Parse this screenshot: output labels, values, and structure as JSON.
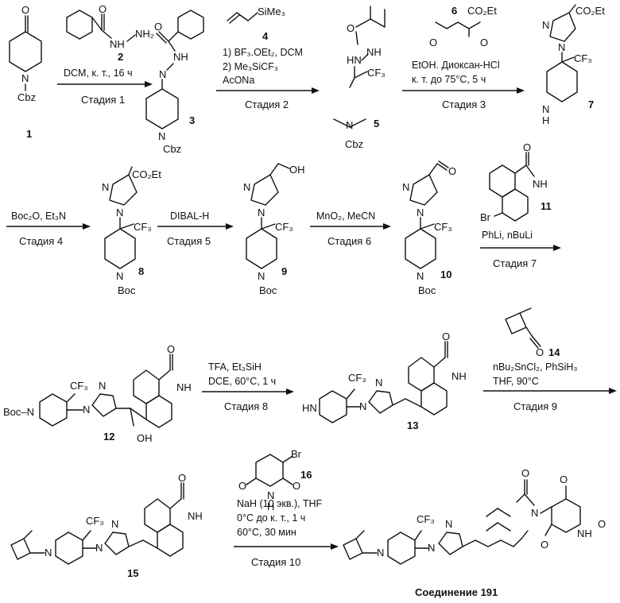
{
  "compounds": {
    "c1": "1",
    "c2": "2",
    "c3": "3",
    "c4": "4",
    "c5": "5",
    "c6": "6",
    "c7": "7",
    "c8": "8",
    "c9": "9",
    "c10": "10",
    "c11": "11",
    "c12": "12",
    "c13": "13",
    "c14": "14",
    "c15": "15",
    "c16": "16"
  },
  "final_compound": "Соединение 191",
  "steps": [
    {
      "conditions": [
        "DCM, к. т., 16 ч"
      ],
      "stage": "Стадия 1"
    },
    {
      "conditions": [
        "1) BF₃.OEt₂, DCM",
        "2) Me₃SiCF₃",
        "AcONa"
      ],
      "stage": "Стадия 2"
    },
    {
      "conditions": [
        "EtOH. Диоксан-HCl",
        "к. т. до 75°C, 5 ч"
      ],
      "stage": "Стадия 3"
    },
    {
      "conditions": [
        "Boc₂O, Et₃N"
      ],
      "stage": "Стадия 4"
    },
    {
      "conditions": [
        "DIBAL-H"
      ],
      "stage": "Стадия 5"
    },
    {
      "conditions": [
        "MnO₂, MeCN"
      ],
      "stage": "Стадия 6"
    },
    {
      "conditions": [
        "PhLi, nBuLi"
      ],
      "stage": "Стадия 7"
    },
    {
      "conditions": [
        "TFA, Et₃SiH",
        "DCE, 60°C, 1 ч"
      ],
      "stage": "Стадия 8"
    },
    {
      "conditions": [
        "nBu₂SnCl₂, PhSiH₃",
        "THF, 90°C"
      ],
      "stage": "Стадия 9"
    },
    {
      "conditions": [
        "NaH (10 экв.), THF",
        "0°C до к. т.,  1 ч",
        "60°C, 30 мин"
      ],
      "stage": "Стадия 10"
    }
  ],
  "atoms": {
    "O": "O",
    "NH": "NH",
    "NH2": "NH₂",
    "N": "N",
    "HN": "HN",
    "H": "H",
    "Cbz": "Cbz",
    "Boc": "Boc",
    "CF3": "CF₃",
    "SiMe3": "SiMe₃",
    "CO2Et": "CO₂Et",
    "OH": "OH",
    "Br": "Br",
    "Boc_N": "Boc–N",
    "radical": "•"
  }
}
